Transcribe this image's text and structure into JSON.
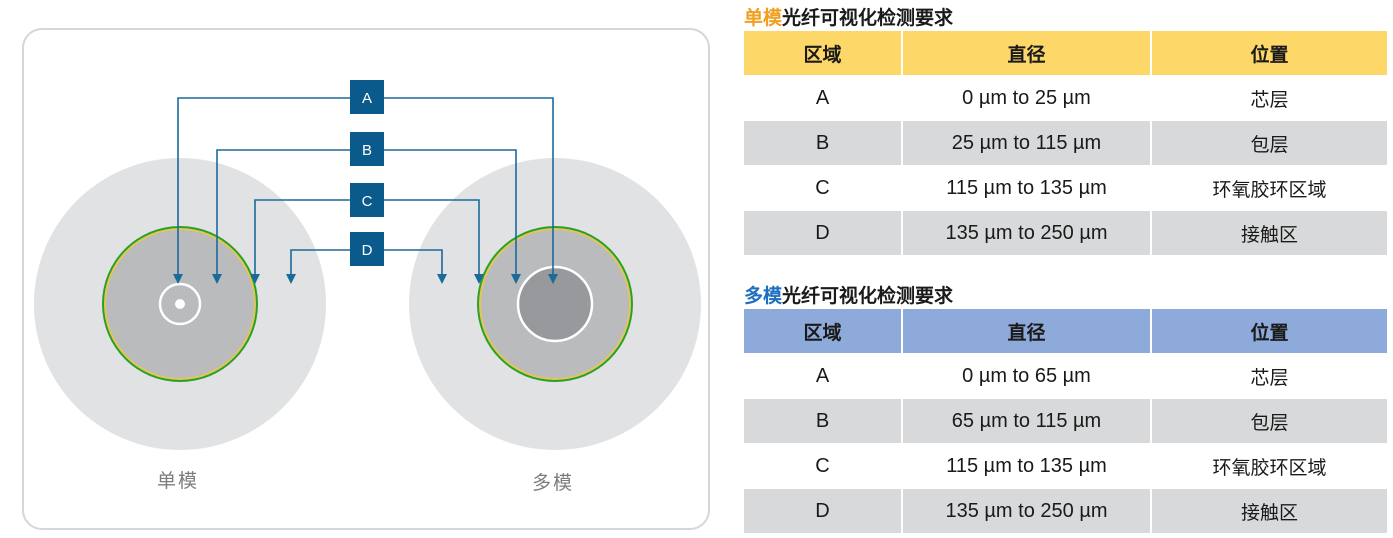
{
  "diagram": {
    "boxes": [
      "A",
      "B",
      "C",
      "D"
    ],
    "captions": {
      "single_mode": "单模",
      "multi_mode": "多模"
    },
    "colors": {
      "box": "#0a5a8c",
      "line": "#1b6a9a",
      "cladding_outer": "#e1e2e3",
      "core_region": "#b9bbbd",
      "mm_core": "#97999c",
      "ring_green": "#2aa02a",
      "ring_yellow": "#e2c65a"
    }
  },
  "single_mode_table": {
    "title_highlight": "单模",
    "title_rest": "光纤可视化检测要求",
    "highlight_color": "#f0a020",
    "header_color": "#fdd767",
    "headers": [
      "区域",
      "直径",
      "位置"
    ],
    "rows": [
      [
        "A",
        "0 µm to 25 µm",
        "芯层"
      ],
      [
        "B",
        "25 µm to 115 µm",
        "包层"
      ],
      [
        "C",
        "115 µm to 135 µm",
        "环氧胶环区域"
      ],
      [
        "D",
        "135 µm to 250 µm",
        "接触区"
      ]
    ]
  },
  "multi_mode_table": {
    "title_highlight": "多模",
    "title_rest": "光纤可视化检测要求",
    "highlight_color": "#1e6fbf",
    "header_color": "#8eaadb",
    "headers": [
      "区域",
      "直径",
      "位置"
    ],
    "rows": [
      [
        "A",
        "0 µm to 65 µm",
        "芯层"
      ],
      [
        "B",
        "65 µm to 115 µm",
        "包层"
      ],
      [
        "C",
        "115 µm to 135 µm",
        "环氧胶环区域"
      ],
      [
        "D",
        "135 µm to 250 µm",
        "接触区"
      ]
    ]
  }
}
